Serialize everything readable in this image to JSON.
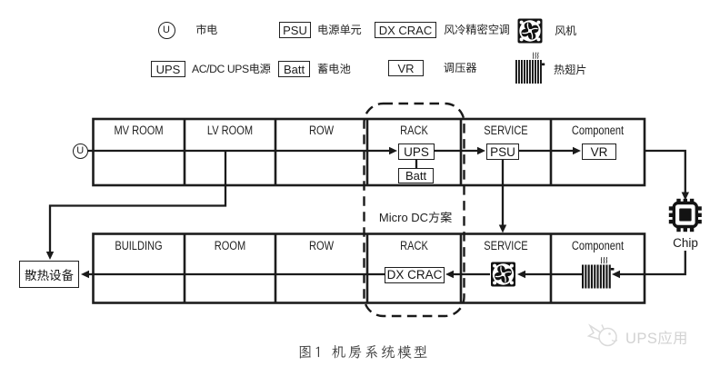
{
  "colors": {
    "line": "#1d1d1d",
    "text": "#242424",
    "watermark": "#d2d2d2"
  },
  "legend": {
    "u_symbol": "U",
    "items": [
      {
        "key": "mains",
        "symbol": "u-circle",
        "label": "市电"
      },
      {
        "key": "psu",
        "symbol": "box",
        "box": "PSU",
        "label": "电源单元"
      },
      {
        "key": "dx-crac",
        "symbol": "box",
        "box": "DX CRAC",
        "label": "风冷精密空调"
      },
      {
        "key": "fan",
        "symbol": "fan-icon",
        "label": "风机"
      },
      {
        "key": "ups",
        "symbol": "box",
        "box": "UPS",
        "label": "AC/DC UPS电源"
      },
      {
        "key": "battery",
        "symbol": "box",
        "box": "Batt",
        "label": "蓄电池"
      },
      {
        "key": "vr",
        "symbol": "box",
        "box": "VR",
        "label": "调压器"
      },
      {
        "key": "heatsink",
        "symbol": "heatsink-icon",
        "label": "热翅片"
      }
    ]
  },
  "power_chain": {
    "source_symbol": "U",
    "columns": [
      "MV ROOM",
      "LV ROOM",
      "ROW",
      "RACK",
      "SERVICE",
      "Component"
    ],
    "ups_box": "UPS",
    "batt_box": "Batt",
    "psu_box": "PSU",
    "vr_box": "VR"
  },
  "cooling_chain": {
    "columns": [
      "BUILDING",
      "ROOM",
      "ROW",
      "RACK",
      "SERVICE",
      "Component"
    ],
    "dx_crac_box": "DX CRAC"
  },
  "micro_dc_label": "Micro DC方案",
  "chip_label": "Chip",
  "cooling_equipment_label": "散热设备",
  "caption": "图1  机房系统模型",
  "watermark": "UPS应用"
}
